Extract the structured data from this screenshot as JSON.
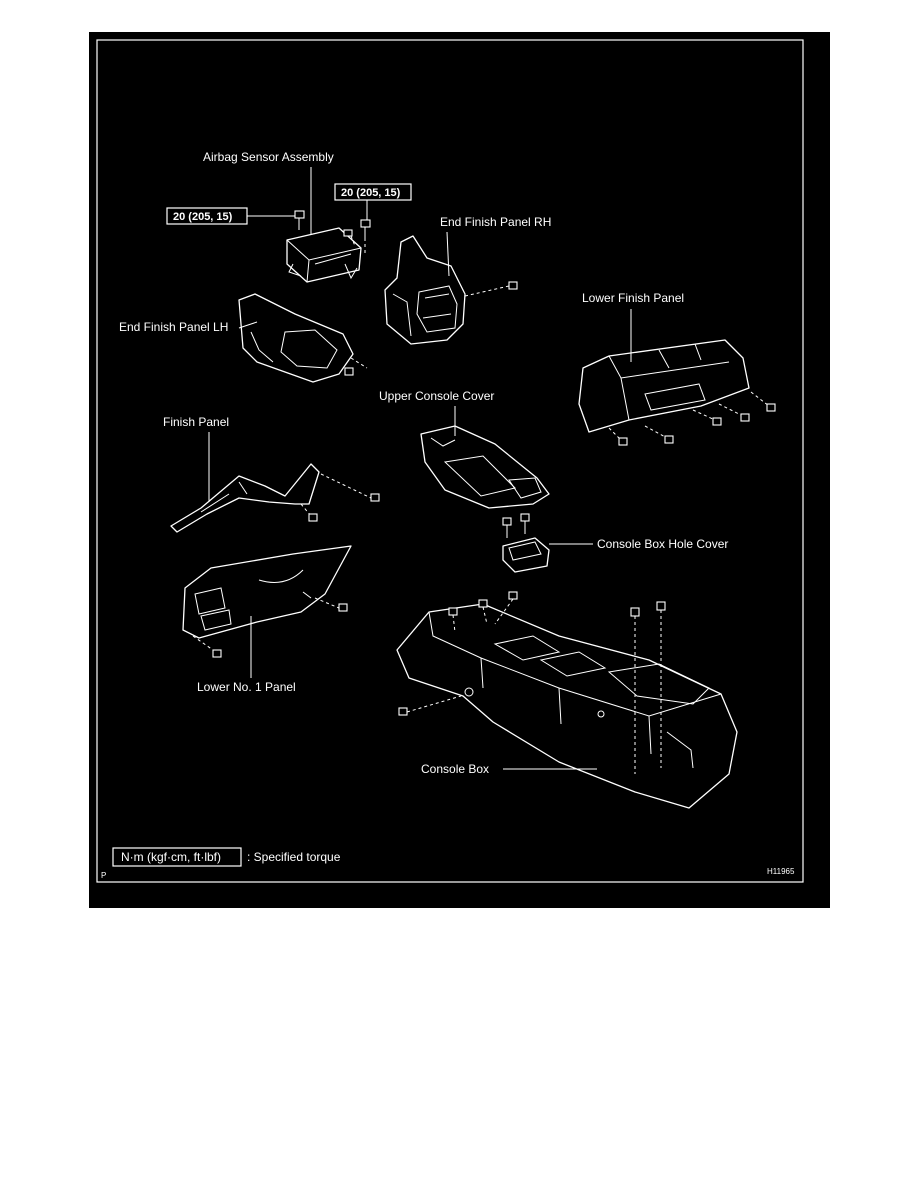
{
  "labels": {
    "airbag_sensor": "Airbag Sensor Assembly",
    "end_finish_rh": "End Finish Panel RH",
    "lower_finish": "Lower Finish Panel",
    "end_finish_lh": "End Finish Panel LH",
    "upper_console": "Upper Console Cover",
    "finish_panel": "Finish Panel",
    "console_hole_cover": "Console Box Hole Cover",
    "lower_no1": "Lower No. 1 Panel",
    "console_box": "Console Box"
  },
  "torque": {
    "left": "20 (205, 15)",
    "right": "20 (205, 15)"
  },
  "legend": {
    "unit": "N·m (kgf·cm, ft·lbf)",
    "text": ": Specified torque"
  },
  "corner": {
    "page_letter": "P",
    "figure_code": "H11965"
  }
}
